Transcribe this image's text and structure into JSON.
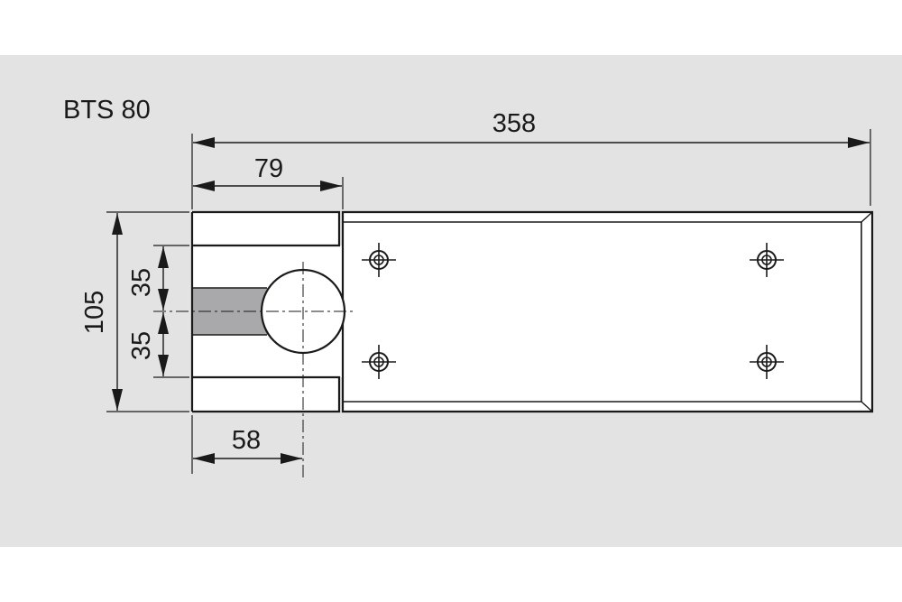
{
  "drawing": {
    "title": "BTS 80",
    "dimensions": {
      "overall_length": "358",
      "slot_depth": "79",
      "spindle_offset": "58",
      "overall_width": "105",
      "half_upper": "35",
      "half_lower": "35"
    },
    "colors": {
      "background": "#e3e3e4",
      "plate": "#ffffff",
      "slot_fill": "#a9a9ab",
      "line": "#1a1a1a"
    },
    "mounting_holes": 4
  }
}
